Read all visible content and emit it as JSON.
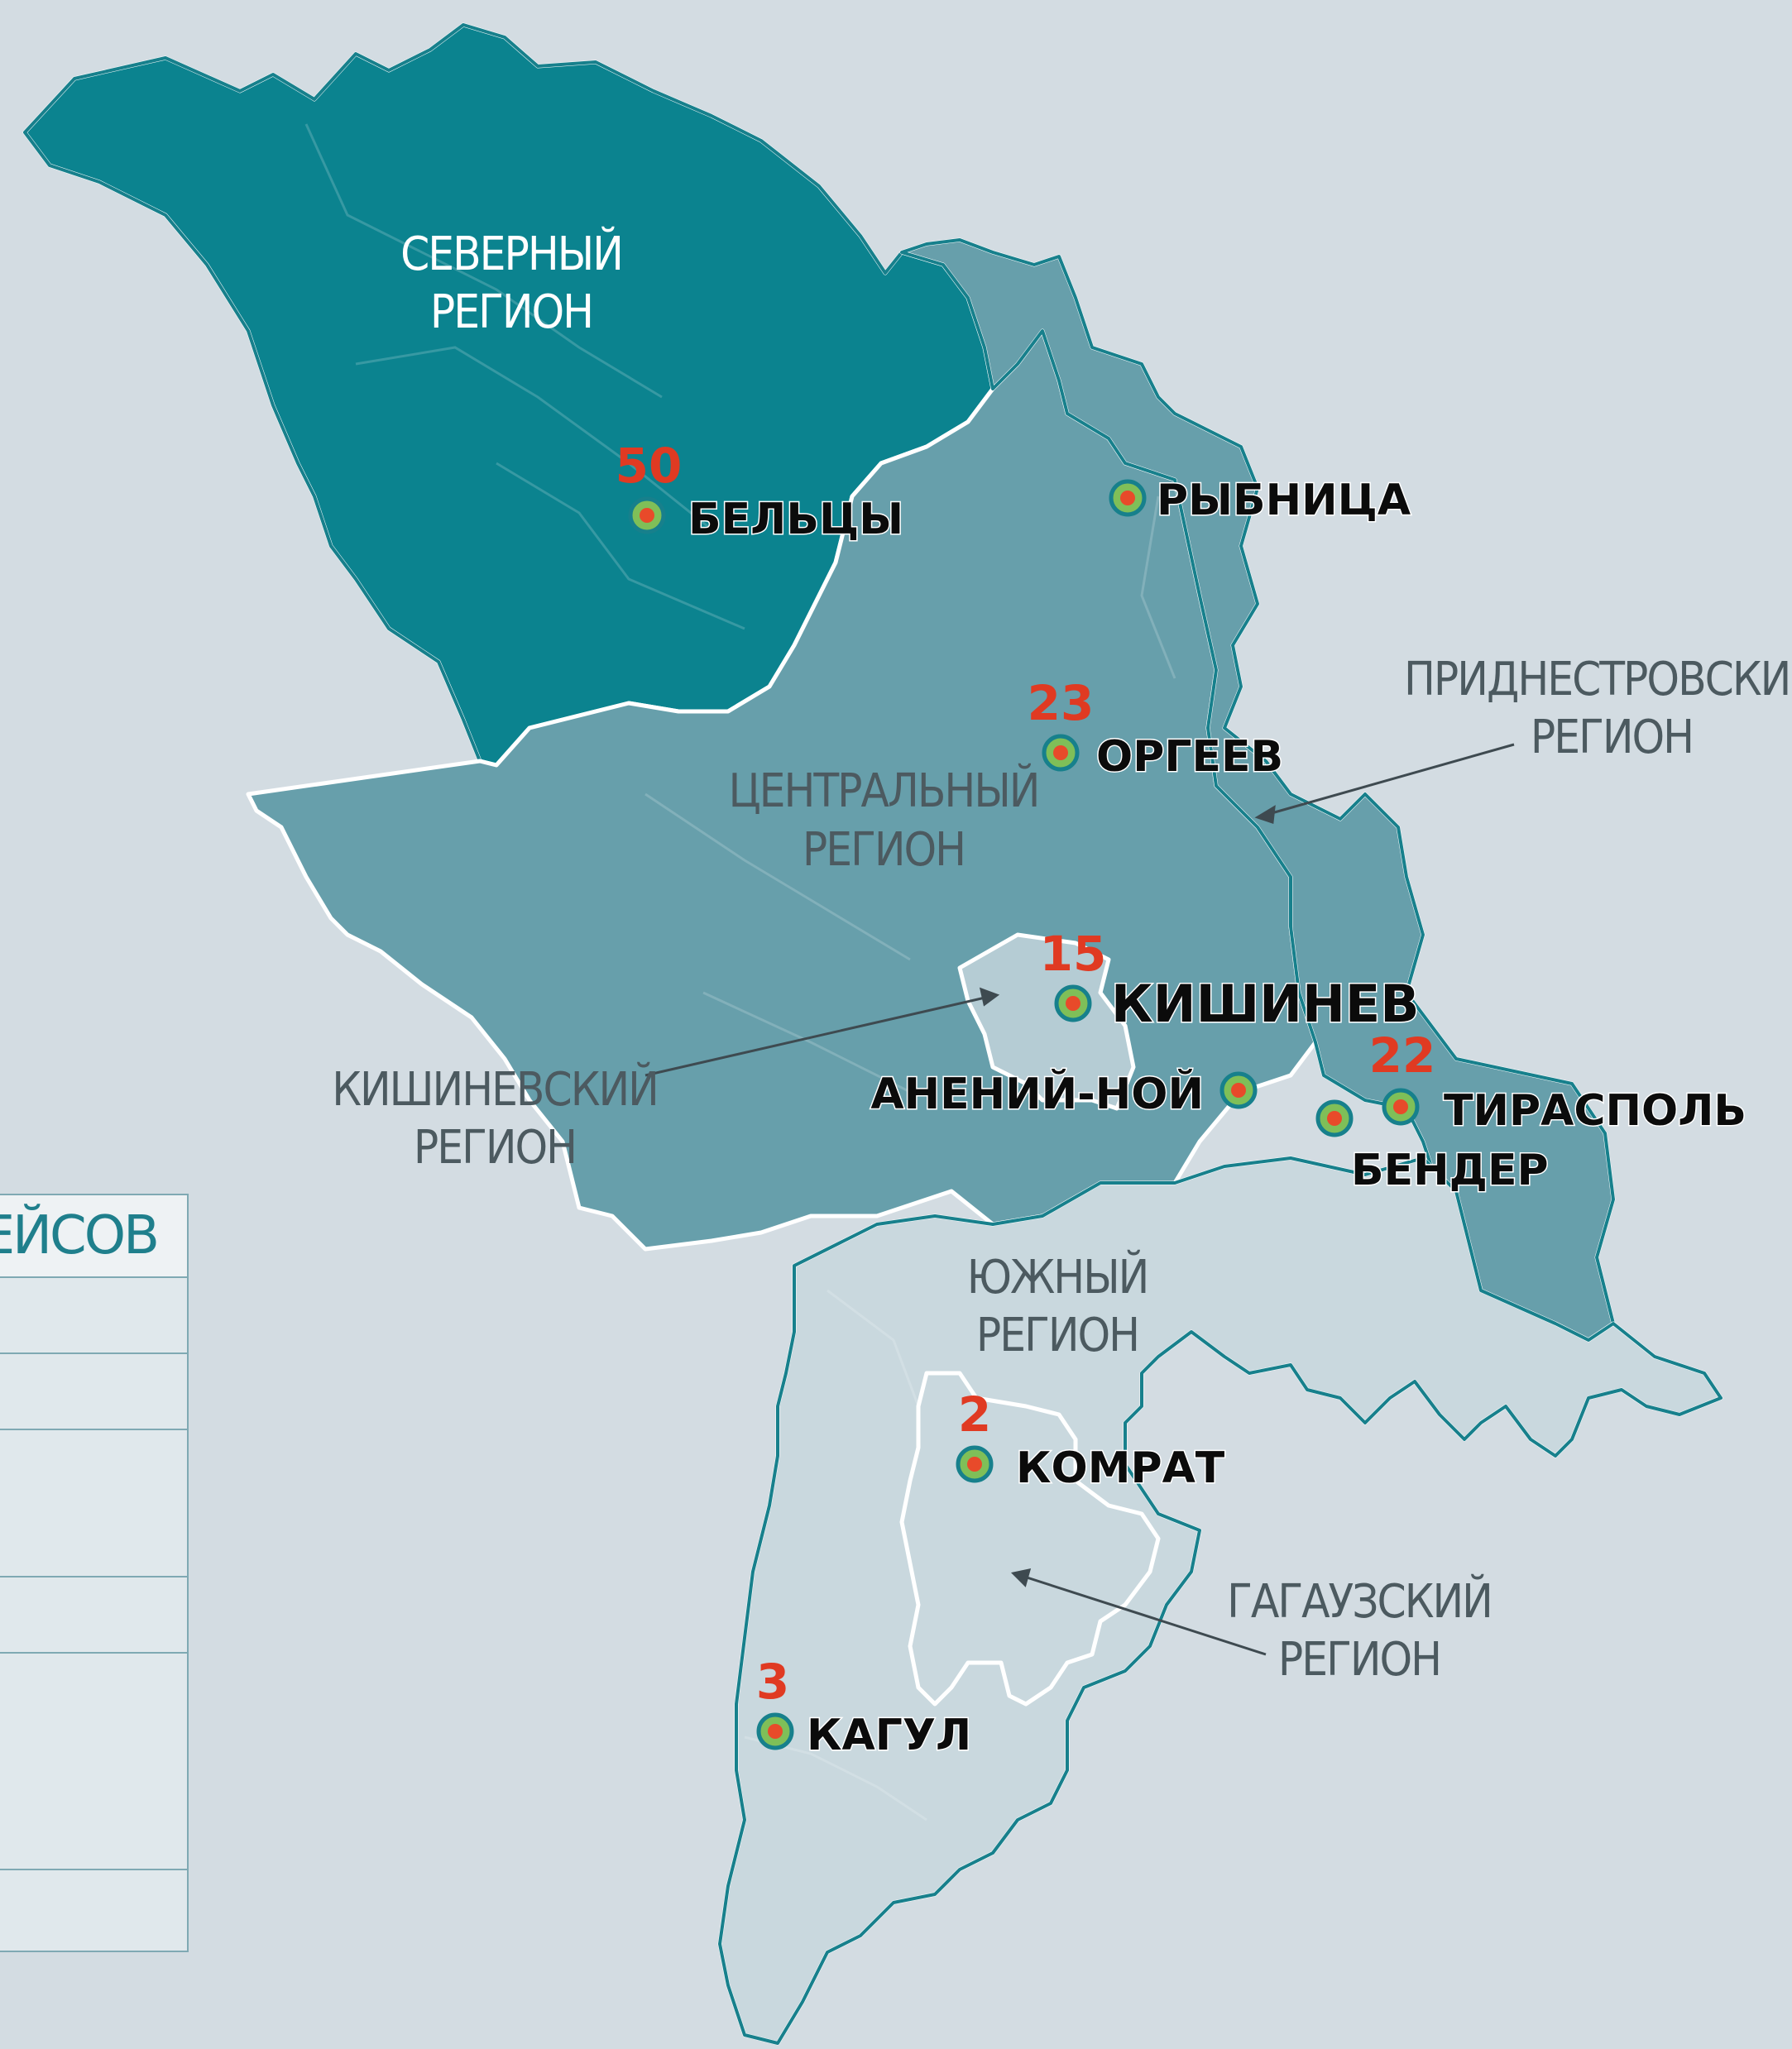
{
  "colors": {
    "background": "#d3dce2",
    "north": "#0b838f",
    "central": "#679fab",
    "transnistria": "#679fab",
    "chisinau_region": "#b5ccd4",
    "south": "#c9d8de",
    "gagauzia": "#c9d8de",
    "border": "#17808c",
    "inner_border": "#ffffff",
    "marker_outer": "#7fbf58",
    "marker_inner": "#e84a2a",
    "count_text": "#e03a22",
    "region_text_light": "#ffffff",
    "region_text_dark": "#4c5a60"
  },
  "regions": {
    "north": {
      "line1": "СЕВЕРНЫЙ",
      "line2": "РЕГИОН"
    },
    "central": {
      "line1": "ЦЕНТРАЛЬНЫЙ",
      "line2": "РЕГИОН"
    },
    "transnistria": {
      "line1": "ПРИДНЕСТРОВСКИЙ",
      "line2": "РЕГИОН"
    },
    "chisinau": {
      "line1": "КИШИНЕВСКИЙ",
      "line2": "РЕГИОН"
    },
    "south": {
      "line1": "ЮЖНЫЙ",
      "line2": "РЕГИОН"
    },
    "gagauzia": {
      "line1": "ГАГАУЗСКИЙ",
      "line2": "РЕГИОН"
    }
  },
  "cities": [
    {
      "id": "balti",
      "name": "БЕЛЬЦЫ",
      "count": "50"
    },
    {
      "id": "rybnitsa",
      "name": "РЫБНИЦА",
      "count": ""
    },
    {
      "id": "orhei",
      "name": "ОРГЕЕВ",
      "count": "23"
    },
    {
      "id": "chisinau",
      "name": "КИШИНЕВ",
      "count": "15"
    },
    {
      "id": "anenii",
      "name": "АНЕНИЙ-НОЙ",
      "count": ""
    },
    {
      "id": "bender",
      "name": "БЕНДЕР",
      "count": ""
    },
    {
      "id": "tiraspol",
      "name": "ТИРАСПОЛЬ",
      "count": "22"
    },
    {
      "id": "comrat",
      "name": "КОМРАТ",
      "count": "2"
    },
    {
      "id": "cahul",
      "name": "КАГУЛ",
      "count": "3"
    }
  ],
  "legend": {
    "header": "КЕЙСОВ"
  }
}
